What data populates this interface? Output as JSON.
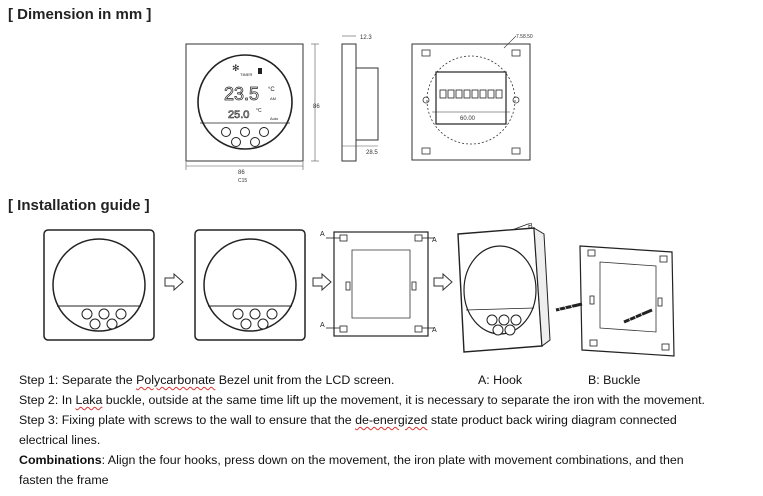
{
  "headings": {
    "dimension": "[ Dimension in mm ]",
    "installation": "[ Installation guide ]"
  },
  "dimensions": {
    "thickness": "12.3",
    "width": "86",
    "height": "86",
    "depth": "28.5",
    "hole_spacing": "60.00",
    "slot": "7.58.50",
    "width_note": "C15"
  },
  "display": {
    "temp_main": "23.5",
    "temp_sub": "25.0",
    "unit": "°C",
    "timer": "TIMER",
    "am": "AM",
    "auto": "Auto"
  },
  "labels": {
    "hook": "A",
    "buckle": "B"
  },
  "legend": {
    "hook": "A: Hook",
    "buckle": "B: Buckle"
  },
  "steps": {
    "s1_a": "Step 1: Separate the ",
    "s1_b": "Polycarbonate",
    "s1_c": " Bezel unit from the LCD screen.",
    "s2_a": "Step 2: In ",
    "s2_b": "Laka",
    "s2_c": " buckle, outside at the same time lift up the movement, it is necessary to separate the iron with the movement.",
    "s3_a": "Step 3: Fixing plate with screws to the wall to ensure that the ",
    "s3_b": "de-energized",
    "s3_c": " state product back wiring diagram connected",
    "s3_d": "electrical lines.",
    "comb_label": "Combinations",
    "comb_a": ": Align the four hooks, press down on the movement, the iron plate with movement combinations, and then",
    "comb_b": "fasten the frame"
  }
}
